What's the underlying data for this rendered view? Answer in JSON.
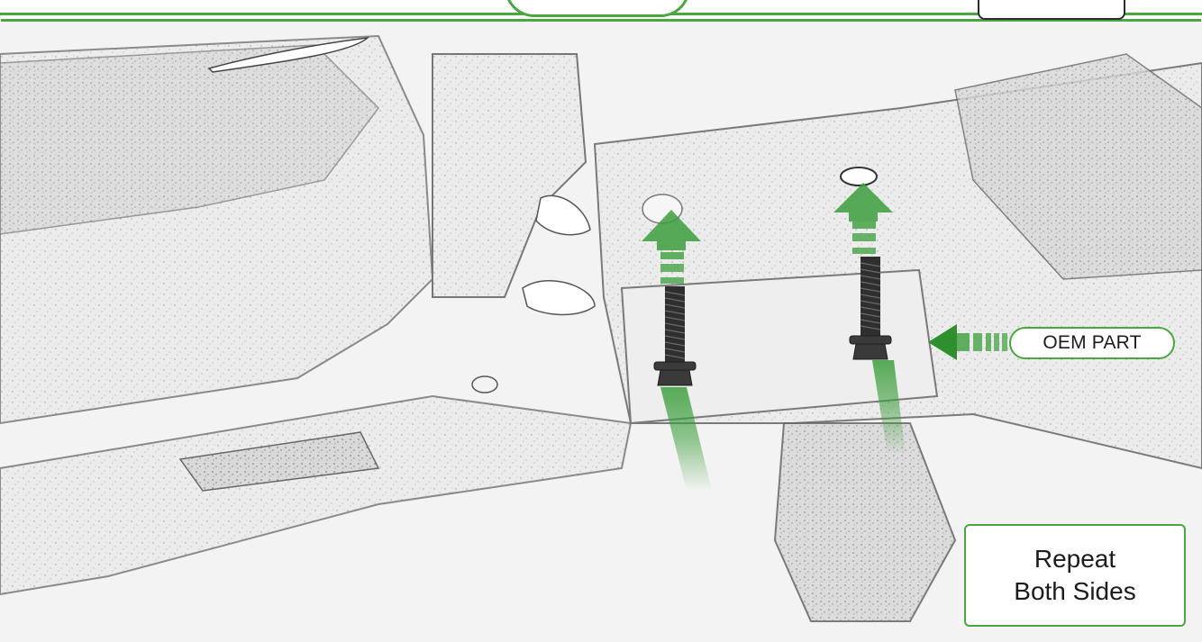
{
  "callout": {
    "label": "OEM PART"
  },
  "note": {
    "line1": "Repeat",
    "line2": "Both Sides"
  },
  "colors": {
    "accent_green": "#4aa63e",
    "arrow_green": "#3c9e3c",
    "bolt_dark": "#2f2f2f",
    "sketch_grey": "#9a9a9a"
  },
  "icons": {
    "install_arrow": "arrow-up-icon",
    "callout_arrow": "arrow-left-icon",
    "fastener": "flange-bolt-icon"
  }
}
